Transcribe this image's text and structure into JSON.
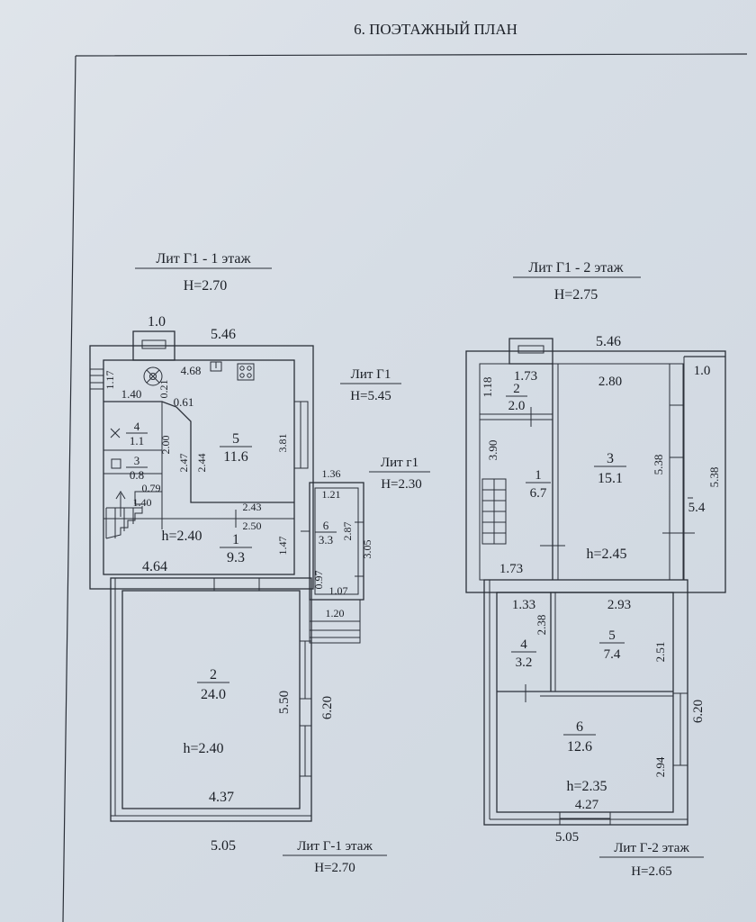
{
  "page_title": "6. ПОЭТАЖНЫЙ ПЛАН",
  "left": {
    "title": "Лит Г1 - 1 этаж",
    "height": "Н=2.70",
    "lit_g1_title": "Лит Г1",
    "lit_g1_height": "Н=5.45",
    "lit_g1_small_title": "Лит г1",
    "lit_g1_small_height": "Н=2.30",
    "bottom_title": "Лит Г-1 этаж",
    "bottom_height": "Н=2.70",
    "room5_num": "5",
    "room5_area": "11.6",
    "room4_num": "4",
    "room4_area": "1.1",
    "room3_num": "3",
    "room3_area": "0.8",
    "room1_num": "1",
    "room1_area": "9.3",
    "room6_num": "6",
    "room6_area": "3.3",
    "room2_num": "2",
    "room2_area": "24.0",
    "h_upper": "h=2.40",
    "h_lower": "h=2.40",
    "dims": {
      "d_1_0": "1.0",
      "d_5_46": "5.46",
      "d_4_68": "4.68",
      "d_1_17": "1.17",
      "d_1_40a": "1.40",
      "d_0_21": "0.21",
      "d_0_61": "0.61",
      "d_3_81": "3.81",
      "d_2_00": "2.00",
      "d_2_47": "2.47",
      "d_2_44": "2.44",
      "d_0_79": "0.79",
      "d_1_40b": "1.40",
      "d_2_43": "2.43",
      "d_2_50": "2.50",
      "d_4_64": "4.64",
      "d_1_47": "1.47",
      "d_1_36": "1.36",
      "d_1_21": "1.21",
      "d_2_87": "2.87",
      "d_3_05": "3.05",
      "d_0_97": "0.97",
      "d_1_07": "1.07",
      "d_1_20": "1.20",
      "d_5_50": "5.50",
      "d_6_20": "6.20",
      "d_4_37": "4.37",
      "d_5_05": "5.05"
    }
  },
  "right": {
    "title": "Лит Г1 - 2 этаж",
    "height": "Н=2.75",
    "bottom_title": "Лит Г-2 этаж",
    "bottom_height": "Н=2.65",
    "room2_num": "2",
    "room2_area": "2.0",
    "room1_num": "1",
    "room1_area": "6.7",
    "room3_num": "3",
    "room3_area": "15.1",
    "room_side_area": "5.4",
    "room4_num": "4",
    "room4_area": "3.2",
    "room5_num": "5",
    "room5_area": "7.4",
    "room6_num": "6",
    "room6_area": "12.6",
    "h_upper": "h=2.45",
    "h_lower": "h=2.35",
    "dims": {
      "d_5_46": "5.46",
      "d_1_73a": "1.73",
      "d_1_18": "1.18",
      "d_2_80": "2.80",
      "d_1_0": "1.0",
      "d_3_90": "3.90",
      "d_5_38a": "5.38",
      "d_5_38b": "5.38",
      "d_1_73b": "1.73",
      "d_1_33": "1.33",
      "d_2_93": "2.93",
      "d_2_38": "2.38",
      "d_2_51": "2.51",
      "d_6_20": "6.20",
      "d_2_94": "2.94",
      "d_4_27": "4.27",
      "d_5_05": "5.05"
    }
  }
}
